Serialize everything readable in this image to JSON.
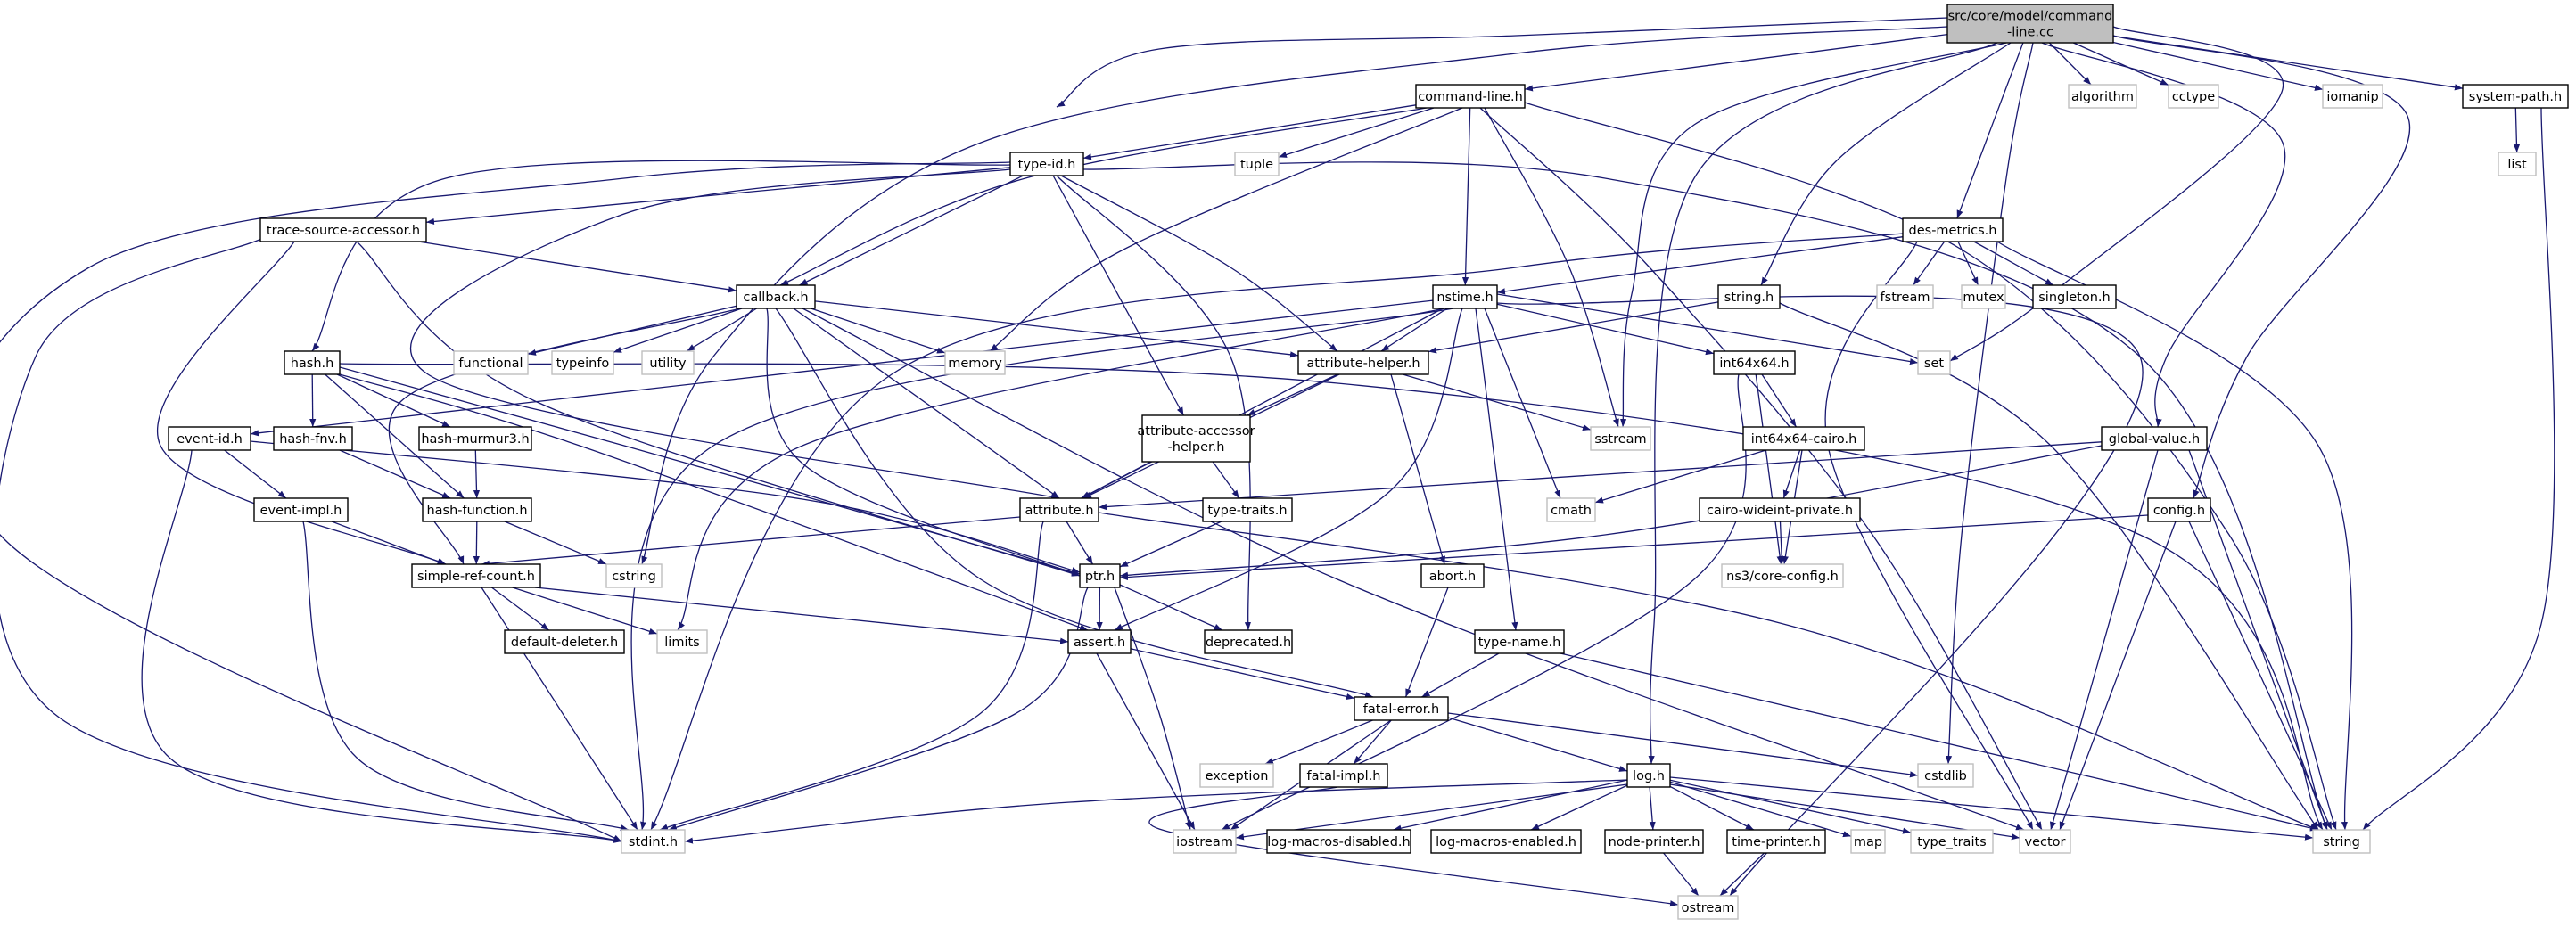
{
  "graph": {
    "colors": {
      "edge": "#191970",
      "root_fill": "#bfbfbf",
      "node_border": "#000000",
      "ext_border": "#bfbfbf",
      "background": "#ffffff"
    },
    "nodes": [
      {
        "id": "root",
        "label": "src/core/model/command\n-line.cc",
        "kind": "root"
      },
      {
        "id": "command-line.h",
        "label": "command-line.h",
        "kind": "header"
      },
      {
        "id": "algorithm",
        "label": "algorithm",
        "kind": "external"
      },
      {
        "id": "cctype",
        "label": "cctype",
        "kind": "external"
      },
      {
        "id": "iomanip",
        "label": "iomanip",
        "kind": "external"
      },
      {
        "id": "system-path.h",
        "label": "system-path.h",
        "kind": "header"
      },
      {
        "id": "type-id.h",
        "label": "type-id.h",
        "kind": "header"
      },
      {
        "id": "tuple",
        "label": "tuple",
        "kind": "external"
      },
      {
        "id": "list",
        "label": "list",
        "kind": "external"
      },
      {
        "id": "trace-source-accessor.h",
        "label": "trace-source-accessor.h",
        "kind": "header"
      },
      {
        "id": "des-metrics.h",
        "label": "des-metrics.h",
        "kind": "header"
      },
      {
        "id": "callback.h",
        "label": "callback.h",
        "kind": "header"
      },
      {
        "id": "nstime.h",
        "label": "nstime.h",
        "kind": "header"
      },
      {
        "id": "string.h",
        "label": "string.h",
        "kind": "header"
      },
      {
        "id": "fstream",
        "label": "fstream",
        "kind": "external"
      },
      {
        "id": "mutex",
        "label": "mutex",
        "kind": "external"
      },
      {
        "id": "singleton.h",
        "label": "singleton.h",
        "kind": "header"
      },
      {
        "id": "hash.h",
        "label": "hash.h",
        "kind": "header"
      },
      {
        "id": "functional",
        "label": "functional",
        "kind": "external"
      },
      {
        "id": "typeinfo",
        "label": "typeinfo",
        "kind": "external"
      },
      {
        "id": "utility",
        "label": "utility",
        "kind": "external"
      },
      {
        "id": "memory",
        "label": "memory",
        "kind": "external"
      },
      {
        "id": "attribute-helper.h",
        "label": "attribute-helper.h",
        "kind": "header"
      },
      {
        "id": "int64x64.h",
        "label": "int64x64.h",
        "kind": "header"
      },
      {
        "id": "set",
        "label": "set",
        "kind": "external"
      },
      {
        "id": "event-id.h",
        "label": "event-id.h",
        "kind": "header"
      },
      {
        "id": "hash-fnv.h",
        "label": "hash-fnv.h",
        "kind": "header"
      },
      {
        "id": "hash-murmur3.h",
        "label": "hash-murmur3.h",
        "kind": "header"
      },
      {
        "id": "attribute-accessor-helper.h",
        "label": "attribute-accessor\n-helper.h",
        "kind": "header"
      },
      {
        "id": "sstream",
        "label": "sstream",
        "kind": "external"
      },
      {
        "id": "int64x64-cairo.h",
        "label": "int64x64-cairo.h",
        "kind": "header"
      },
      {
        "id": "global-value.h",
        "label": "global-value.h",
        "kind": "header"
      },
      {
        "id": "event-impl.h",
        "label": "event-impl.h",
        "kind": "header"
      },
      {
        "id": "hash-function.h",
        "label": "hash-function.h",
        "kind": "header"
      },
      {
        "id": "attribute.h",
        "label": "attribute.h",
        "kind": "header"
      },
      {
        "id": "type-traits.h",
        "label": "type-traits.h",
        "kind": "header"
      },
      {
        "id": "cmath",
        "label": "cmath",
        "kind": "external"
      },
      {
        "id": "cairo-wideint-private.h",
        "label": "cairo-wideint-private.h",
        "kind": "header"
      },
      {
        "id": "config.h",
        "label": "config.h",
        "kind": "header"
      },
      {
        "id": "simple-ref-count.h",
        "label": "simple-ref-count.h",
        "kind": "header"
      },
      {
        "id": "cstring",
        "label": "cstring",
        "kind": "external"
      },
      {
        "id": "ptr.h",
        "label": "ptr.h",
        "kind": "header"
      },
      {
        "id": "abort.h",
        "label": "abort.h",
        "kind": "header"
      },
      {
        "id": "ns3/core-config.h",
        "label": "ns3/core-config.h",
        "kind": "external"
      },
      {
        "id": "default-deleter.h",
        "label": "default-deleter.h",
        "kind": "header"
      },
      {
        "id": "limits",
        "label": "limits",
        "kind": "external"
      },
      {
        "id": "assert.h",
        "label": "assert.h",
        "kind": "header"
      },
      {
        "id": "deprecated.h",
        "label": "deprecated.h",
        "kind": "header"
      },
      {
        "id": "type-name.h",
        "label": "type-name.h",
        "kind": "header"
      },
      {
        "id": "fatal-error.h",
        "label": "fatal-error.h",
        "kind": "header"
      },
      {
        "id": "exception",
        "label": "exception",
        "kind": "external"
      },
      {
        "id": "fatal-impl.h",
        "label": "fatal-impl.h",
        "kind": "header"
      },
      {
        "id": "log.h",
        "label": "log.h",
        "kind": "header"
      },
      {
        "id": "cstdlib",
        "label": "cstdlib",
        "kind": "external"
      },
      {
        "id": "stdint.h",
        "label": "stdint.h",
        "kind": "external"
      },
      {
        "id": "iostream",
        "label": "iostream",
        "kind": "external"
      },
      {
        "id": "log-macros-disabled.h",
        "label": "log-macros-disabled.h",
        "kind": "header"
      },
      {
        "id": "log-macros-enabled.h",
        "label": "log-macros-enabled.h",
        "kind": "header"
      },
      {
        "id": "node-printer.h",
        "label": "node-printer.h",
        "kind": "header"
      },
      {
        "id": "time-printer.h",
        "label": "time-printer.h",
        "kind": "header"
      },
      {
        "id": "map",
        "label": "map",
        "kind": "external"
      },
      {
        "id": "type_traits",
        "label": "type_traits",
        "kind": "external"
      },
      {
        "id": "vector",
        "label": "vector",
        "kind": "external"
      },
      {
        "id": "string",
        "label": "string",
        "kind": "external"
      },
      {
        "id": "ostream",
        "label": "ostream",
        "kind": "external"
      }
    ],
    "edges": [
      [
        "root",
        "command-line.h"
      ],
      [
        "root",
        "algorithm"
      ],
      [
        "root",
        "cctype"
      ],
      [
        "root",
        "iomanip"
      ],
      [
        "root",
        "system-path.h"
      ],
      [
        "root",
        "type-id.h"
      ],
      [
        "root",
        "des-metrics.h"
      ],
      [
        "root",
        "string.h"
      ],
      [
        "root",
        "global-value.h"
      ],
      [
        "root",
        "config.h"
      ],
      [
        "root",
        "log.h"
      ],
      [
        "root",
        "cstdlib"
      ],
      [
        "root",
        "cstring"
      ],
      [
        "root",
        "set"
      ],
      [
        "root",
        "sstream"
      ],
      [
        "system-path.h",
        "list"
      ],
      [
        "system-path.h",
        "string"
      ],
      [
        "command-line.h",
        "type-id.h"
      ],
      [
        "command-line.h",
        "tuple"
      ],
      [
        "command-line.h",
        "callback.h"
      ],
      [
        "command-line.h",
        "nstime.h"
      ],
      [
        "command-line.h",
        "memory"
      ],
      [
        "command-line.h",
        "sstream"
      ],
      [
        "command-line.h",
        "string"
      ],
      [
        "command-line.h",
        "vector"
      ],
      [
        "type-id.h",
        "trace-source-accessor.h"
      ],
      [
        "type-id.h",
        "hash.h"
      ],
      [
        "type-id.h",
        "callback.h"
      ],
      [
        "type-id.h",
        "attribute-helper.h"
      ],
      [
        "type-id.h",
        "attribute-accessor-helper.h"
      ],
      [
        "type-id.h",
        "deprecated.h"
      ],
      [
        "type-id.h",
        "stdint.h"
      ],
      [
        "type-id.h",
        "string"
      ],
      [
        "type-id.h",
        "attribute.h"
      ],
      [
        "trace-source-accessor.h",
        "callback.h"
      ],
      [
        "trace-source-accessor.h",
        "ptr.h"
      ],
      [
        "trace-source-accessor.h",
        "simple-ref-count.h"
      ],
      [
        "trace-source-accessor.h",
        "stdint.h"
      ],
      [
        "des-metrics.h",
        "nstime.h"
      ],
      [
        "des-metrics.h",
        "fstream"
      ],
      [
        "des-metrics.h",
        "mutex"
      ],
      [
        "des-metrics.h",
        "singleton.h"
      ],
      [
        "des-metrics.h",
        "stdint.h"
      ],
      [
        "des-metrics.h",
        "string"
      ],
      [
        "des-metrics.h",
        "vector"
      ],
      [
        "string.h",
        "attribute-helper.h"
      ],
      [
        "string.h",
        "string"
      ],
      [
        "callback.h",
        "functional"
      ],
      [
        "callback.h",
        "typeinfo"
      ],
      [
        "callback.h",
        "utility"
      ],
      [
        "callback.h",
        "memory"
      ],
      [
        "callback.h",
        "attribute-helper.h"
      ],
      [
        "callback.h",
        "attribute.h"
      ],
      [
        "callback.h",
        "ptr.h"
      ],
      [
        "callback.h",
        "simple-ref-count.h"
      ],
      [
        "callback.h",
        "fatal-error.h"
      ],
      [
        "callback.h",
        "vector"
      ],
      [
        "nstime.h",
        "attribute-helper.h"
      ],
      [
        "nstime.h",
        "int64x64.h"
      ],
      [
        "nstime.h",
        "set"
      ],
      [
        "nstime.h",
        "event-id.h"
      ],
      [
        "nstime.h",
        "attribute.h"
      ],
      [
        "nstime.h",
        "assert.h"
      ],
      [
        "nstime.h",
        "type-name.h"
      ],
      [
        "nstime.h",
        "cmath"
      ],
      [
        "nstime.h",
        "limits"
      ],
      [
        "nstime.h",
        "stdint.h"
      ],
      [
        "nstime.h",
        "ostream"
      ],
      [
        "hash.h",
        "hash-fnv.h"
      ],
      [
        "hash.h",
        "hash-murmur3.h"
      ],
      [
        "hash.h",
        "hash-function.h"
      ],
      [
        "hash.h",
        "assert.h"
      ],
      [
        "hash.h",
        "ptr.h"
      ],
      [
        "hash.h",
        "string"
      ],
      [
        "attribute-helper.h",
        "attribute-accessor-helper.h"
      ],
      [
        "attribute-helper.h",
        "attribute.h"
      ],
      [
        "attribute-helper.h",
        "abort.h"
      ],
      [
        "attribute-helper.h",
        "sstream"
      ],
      [
        "int64x64.h",
        "int64x64-cairo.h"
      ],
      [
        "int64x64.h",
        "ns3/core-config.h"
      ],
      [
        "int64x64.h",
        "iostream"
      ],
      [
        "event-id.h",
        "event-impl.h"
      ],
      [
        "event-id.h",
        "ptr.h"
      ],
      [
        "event-id.h",
        "stdint.h"
      ],
      [
        "hash-fnv.h",
        "hash-function.h"
      ],
      [
        "hash-murmur3.h",
        "hash-function.h"
      ],
      [
        "attribute-accessor-helper.h",
        "attribute.h"
      ],
      [
        "attribute-accessor-helper.h",
        "type-traits.h"
      ],
      [
        "int64x64-cairo.h",
        "cairo-wideint-private.h"
      ],
      [
        "int64x64-cairo.h",
        "cmath"
      ],
      [
        "int64x64-cairo.h",
        "ns3/core-config.h"
      ],
      [
        "global-value.h",
        "attribute.h"
      ],
      [
        "global-value.h",
        "ptr.h"
      ],
      [
        "global-value.h",
        "string"
      ],
      [
        "global-value.h",
        "vector"
      ],
      [
        "event-impl.h",
        "simple-ref-count.h"
      ],
      [
        "event-impl.h",
        "stdint.h"
      ],
      [
        "hash-function.h",
        "simple-ref-count.h"
      ],
      [
        "hash-function.h",
        "cstring"
      ],
      [
        "attribute.h",
        "ptr.h"
      ],
      [
        "attribute.h",
        "simple-ref-count.h"
      ],
      [
        "attribute.h",
        "stdint.h"
      ],
      [
        "attribute.h",
        "string"
      ],
      [
        "type-traits.h",
        "ptr.h"
      ],
      [
        "cairo-wideint-private.h",
        "ns3/core-config.h"
      ],
      [
        "config.h",
        "ptr.h"
      ],
      [
        "config.h",
        "string"
      ],
      [
        "config.h",
        "vector"
      ],
      [
        "simple-ref-count.h",
        "assert.h"
      ],
      [
        "simple-ref-count.h",
        "default-deleter.h"
      ],
      [
        "simple-ref-count.h",
        "limits"
      ],
      [
        "simple-ref-count.h",
        "stdint.h"
      ],
      [
        "ptr.h",
        "assert.h"
      ],
      [
        "ptr.h",
        "deprecated.h"
      ],
      [
        "ptr.h",
        "iostream"
      ],
      [
        "ptr.h",
        "stdint.h"
      ],
      [
        "abort.h",
        "fatal-error.h"
      ],
      [
        "assert.h",
        "fatal-error.h"
      ],
      [
        "assert.h",
        "iostream"
      ],
      [
        "type-name.h",
        "fatal-error.h"
      ],
      [
        "type-name.h",
        "string"
      ],
      [
        "fatal-error.h",
        "exception"
      ],
      [
        "fatal-error.h",
        "fatal-impl.h"
      ],
      [
        "fatal-error.h",
        "log.h"
      ],
      [
        "fatal-error.h",
        "cstdlib"
      ],
      [
        "fatal-error.h",
        "iostream"
      ],
      [
        "fatal-impl.h",
        "ostream"
      ],
      [
        "log.h",
        "log-macros-disabled.h"
      ],
      [
        "log.h",
        "log-macros-enabled.h"
      ],
      [
        "log.h",
        "node-printer.h"
      ],
      [
        "log.h",
        "time-printer.h"
      ],
      [
        "log.h",
        "map"
      ],
      [
        "log.h",
        "type_traits"
      ],
      [
        "log.h",
        "vector"
      ],
      [
        "log.h",
        "iostream"
      ],
      [
        "log.h",
        "stdint.h"
      ],
      [
        "log.h",
        "string"
      ],
      [
        "node-printer.h",
        "ostream"
      ],
      [
        "time-printer.h",
        "ostream"
      ]
    ]
  }
}
